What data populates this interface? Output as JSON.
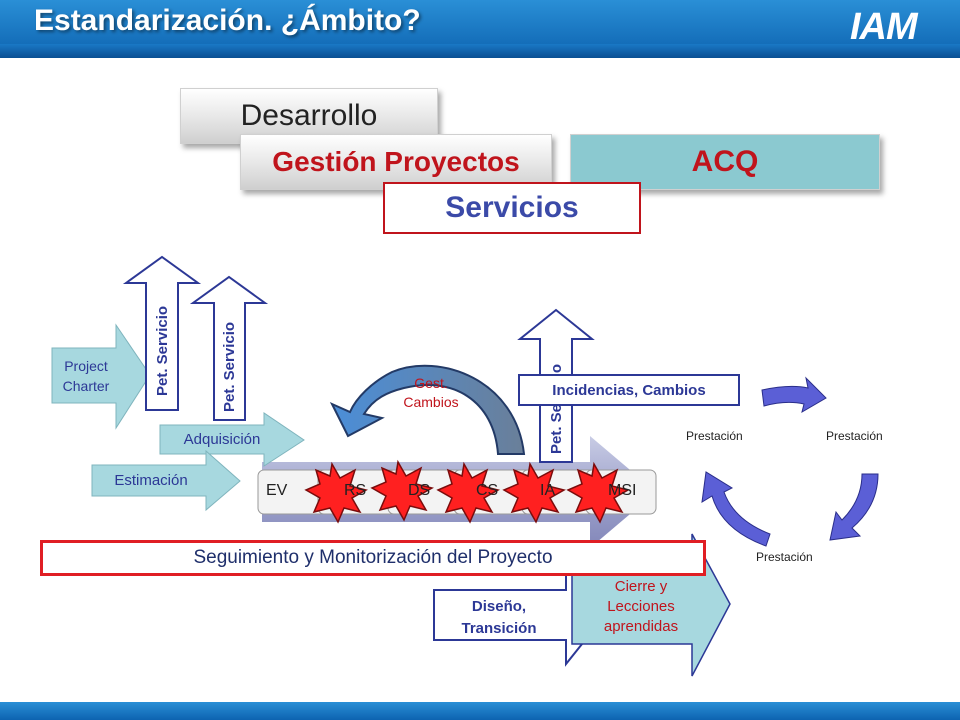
{
  "header": {
    "title": "Estandarización. ¿Ámbito?",
    "logo_text": "IAM"
  },
  "layers": {
    "desarrollo": "Desarrollo",
    "gestion_proyectos": "Gestión Proyectos",
    "acq": "ACQ",
    "servicios": "Servicios"
  },
  "arrows": {
    "project_charter": "Project\nCharter",
    "pet_servicio_1": "Pet. Servicio",
    "pet_servicio_2": "Pet. Servicio",
    "pet_servicio_3": "Pet. Servicio",
    "adquisicion": "Adquisición",
    "estimacion": "Estimación",
    "gest_cambios": "Gest.\nCambios",
    "incidencias_cambios": "Incidencias, Cambios",
    "diseno_transicion": "Diseño,\nTransición",
    "cierre": "Cierre y\nLecciones\naprendidas"
  },
  "sequence": [
    "EV",
    "RS",
    "DS",
    "CS",
    "IA",
    "MSI"
  ],
  "seguimiento": "Seguimiento y Monitorización del Proyecto",
  "cycle": {
    "label_1": "Prestación",
    "label_2": "Prestación",
    "label_3": "Prestación"
  },
  "colors": {
    "brand_blue": "#0d63b0",
    "accent_red": "#c0141c",
    "arrow_navy": "#2c3896",
    "teal": "#8bc9d0",
    "cycle_blue": "#5b5fd6"
  }
}
